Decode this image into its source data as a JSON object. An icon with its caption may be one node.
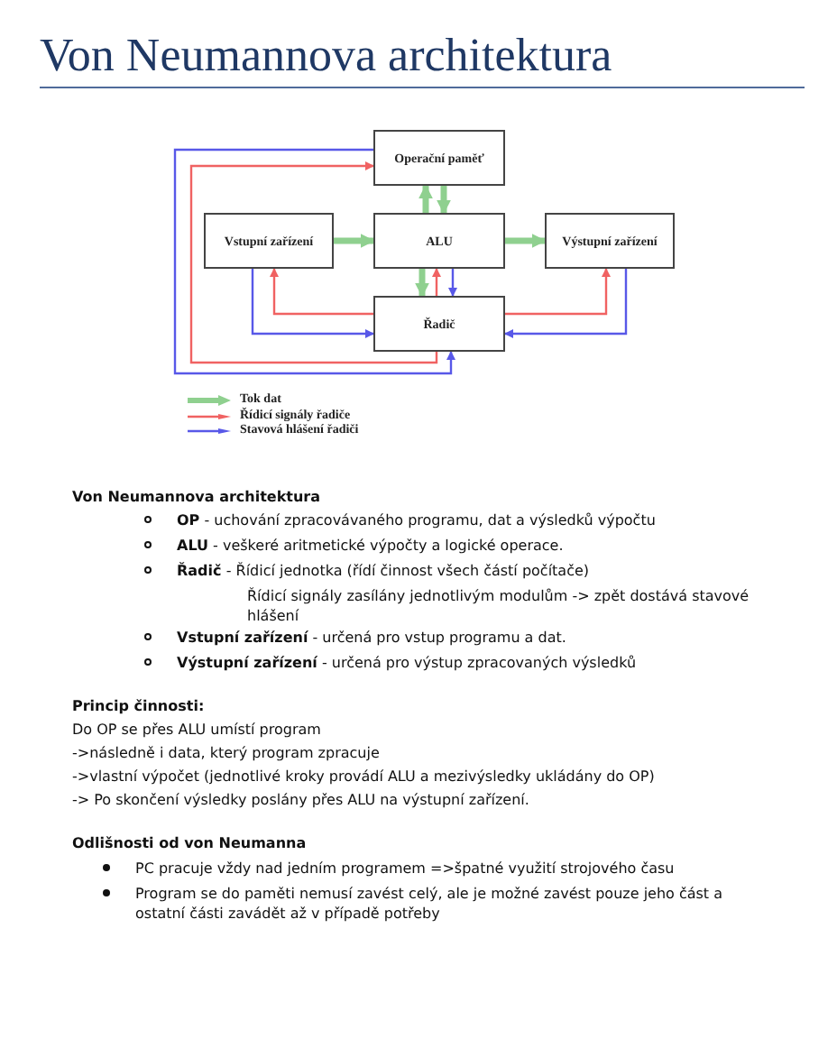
{
  "diagram": {
    "title": "Von Neumannova architektura",
    "nodes": [
      {
        "text": [
          "Operační paměť"
        ]
      },
      {
        "text": [
          "Vstupní zařízení"
        ]
      },
      {
        "text": [
          "ALU"
        ]
      },
      {
        "text": [
          "Výstupní zařízení"
        ]
      },
      {
        "text": [
          "Řadič"
        ]
      }
    ],
    "edges": [
      {
        "from": 1,
        "to": 2,
        "arrow": "to",
        "style": "thick"
      },
      {
        "from": 2,
        "to": 3,
        "arrow": "to",
        "style": "thick"
      },
      {
        "from": 2,
        "to": 0,
        "arrow": "to",
        "style": "thick"
      },
      {
        "from": 0,
        "to": 2,
        "arrow": "to",
        "style": "thick"
      },
      {
        "from": 2,
        "to": 4,
        "arrow": "to",
        "style": "thick"
      },
      {
        "from": 4,
        "to": 2,
        "arrow": "to",
        "color": "#f06262"
      },
      {
        "from": 2,
        "to": 4,
        "arrow": "to",
        "color": "#5858e8"
      },
      {
        "from": 4,
        "to": 1,
        "arrow": "to",
        "color": "#f06262"
      },
      {
        "from": 1,
        "to": 4,
        "arrow": "to",
        "color": "#5858e8"
      },
      {
        "from": 4,
        "to": 3,
        "arrow": "to",
        "color": "#f06262"
      },
      {
        "from": 3,
        "to": 4,
        "arrow": "to",
        "color": "#5858e8"
      },
      {
        "from": 4,
        "to": 0,
        "arrow": "to",
        "color": "#f06262"
      },
      {
        "from": 0,
        "to": 4,
        "arrow": "to",
        "color": "#5858e8"
      }
    ],
    "labels": [
      "Von Neumannova architektura",
      "**OP** - uchování zpracovávaného programu, dat a výsledků výpočtu",
      "**ALU** - veškeré aritmetické výpočty a logické operace.",
      "**Řadič** - Řídicí jednotka (řídí činnost všech částí počítače)",
      "Řídicí signály zasílány jednotlivým modulům -> zpět dostává stavové hlášení",
      "**Vstupní zařízení** - určená pro vstup programu a dat.",
      "**Výstupní zařízení** - určená pro výstup zpracovaných výsledků",
      "Princip činnosti:",
      "Do OP se přes ALU umístí program",
      "->následně i data, který program zpracuje",
      "->vlastní výpočet (jednotlivé kroky provádí ALU a mezivýsledky ukládány do OP)",
      "-> Po skončení výsledky poslány přes ALU na výstupní zařízení.",
      "Odlišnosti od von Neumanna",
      "PC pracuje vždy nad jedním programem =>špatné využití strojového času",
      "Program se do paměti nemusí zavést celý, ale je možné zavést pouze jeho část a ostatní části zavádět až v případě potřeby"
    ],
    "legend": [
      {
        "text": "Tok dat",
        "color": "#8fd08f"
      },
      {
        "text": "Řídicí signály řadiče",
        "color": "#f06262"
      },
      {
        "text": "Stavová hlášení řadiči",
        "color": "#5858e8"
      }
    ]
  }
}
